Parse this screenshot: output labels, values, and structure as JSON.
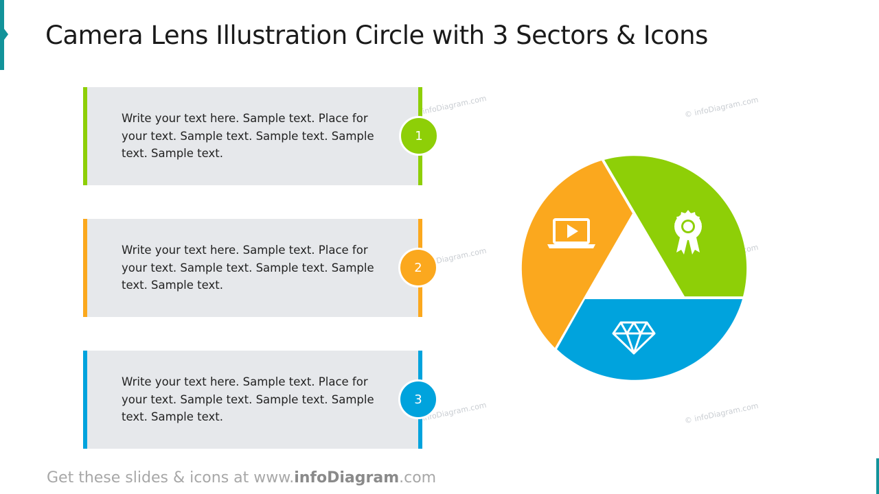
{
  "title": "Camera Lens Illustration Circle with 3 Sectors & Icons",
  "colors": {
    "accent": "#12939A",
    "green": "#8ECF07",
    "orange": "#FBA81E",
    "blue": "#00A3DD",
    "card": "#E6E8EB"
  },
  "cards": [
    {
      "number": "1",
      "text": "Write your text here. Sample text. Place for your text. Sample text. Sample text. Sample text. Sample text.",
      "color": "#8ECF07"
    },
    {
      "number": "2",
      "text": "Write your text here. Sample text. Place for your text. Sample text. Sample text. Sample text. Sample text.",
      "color": "#FBA81E"
    },
    {
      "number": "3",
      "text": "Write your text here. Sample text. Place for your text. Sample text. Sample text. Sample text. Sample text.",
      "color": "#00A3DD"
    }
  ],
  "sectors": [
    {
      "icon": "award-ribbon-icon",
      "color": "#8ECF07"
    },
    {
      "icon": "laptop-play-icon",
      "color": "#FBA81E"
    },
    {
      "icon": "diamond-icon",
      "color": "#00A3DD"
    }
  ],
  "watermark": "© infoDiagram.com",
  "footer": {
    "prefix": "Get these slides & icons at www.",
    "brand": "infoDiagram",
    "suffix": ".com"
  }
}
